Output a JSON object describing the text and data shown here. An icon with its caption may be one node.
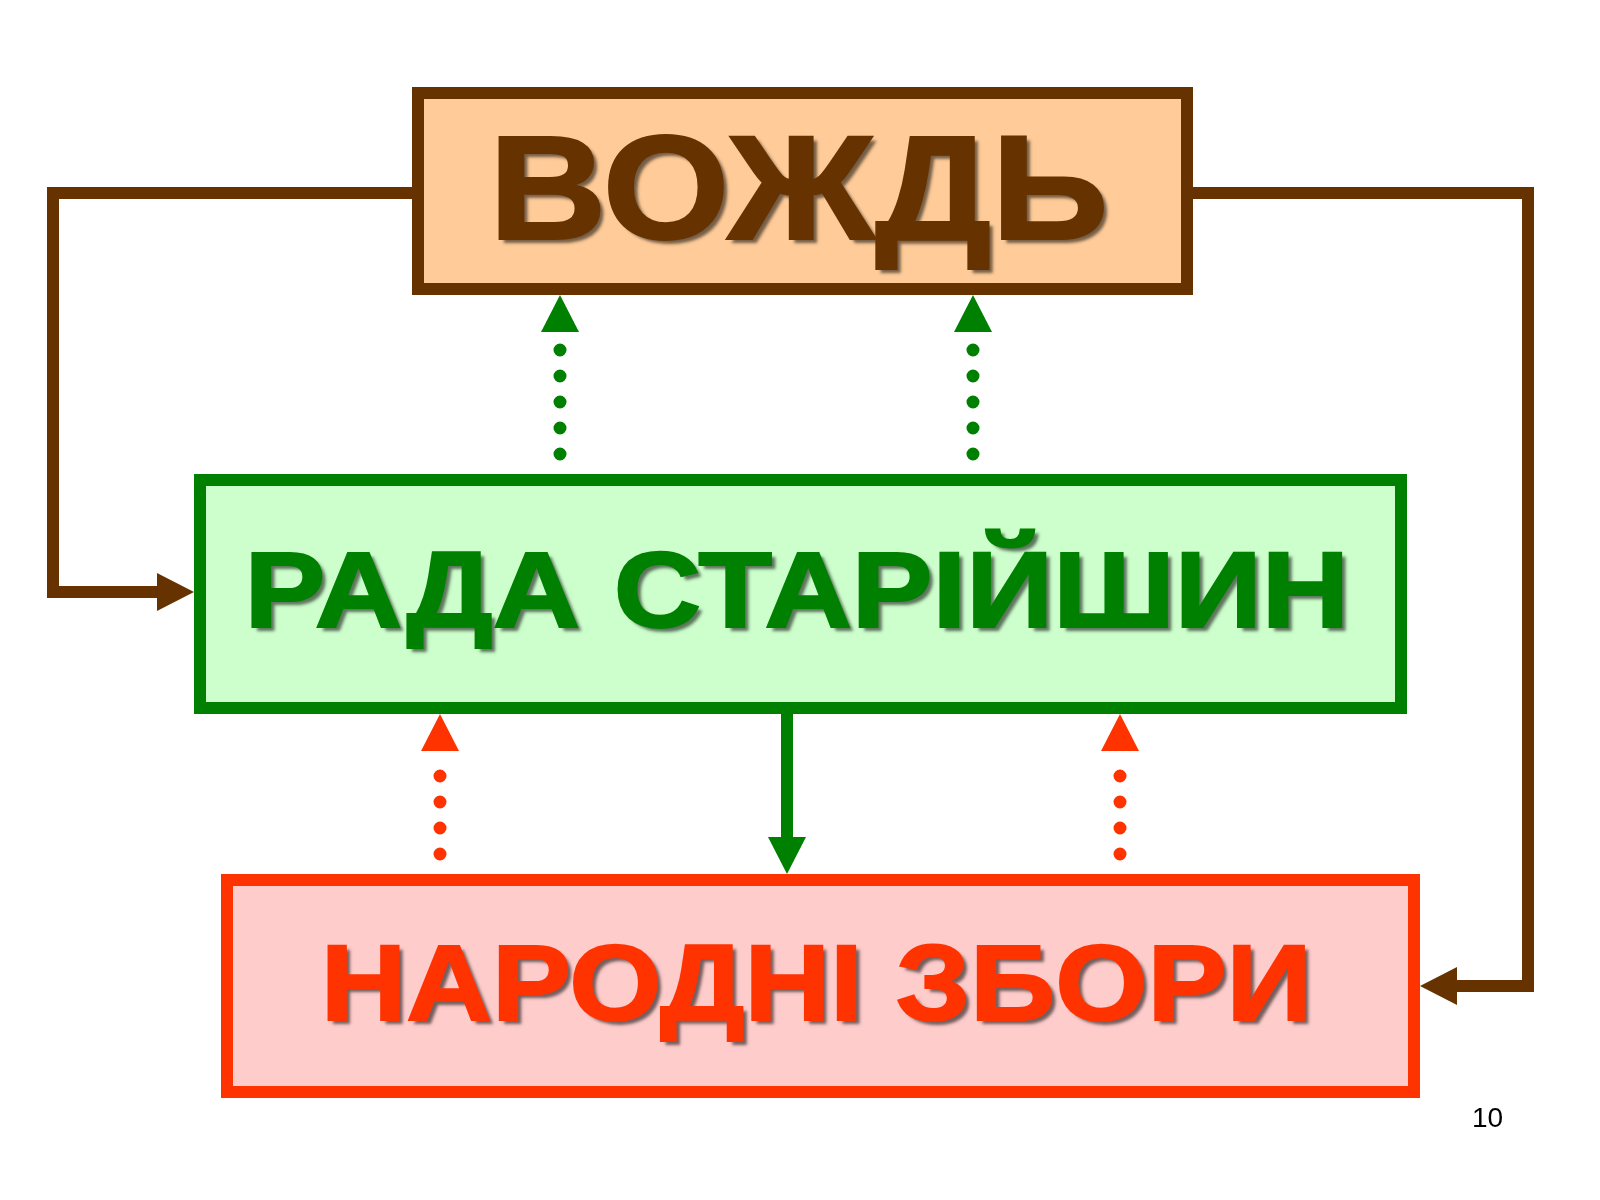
{
  "diagram": {
    "nodes": [
      {
        "text": [
          "ВОЖДЬ"
        ]
      },
      {
        "text": [
          "РАДА СТАРІЙШИН"
        ]
      },
      {
        "text": [
          "НАРОДНІ ЗБОРИ"
        ]
      }
    ],
    "edges": [
      {
        "from": 0,
        "to": 1,
        "arrow": "to",
        "color": "#663300"
      },
      {
        "from": 0,
        "to": 2,
        "arrow": "to",
        "color": "#663300"
      },
      {
        "from": 1,
        "to": 0,
        "arrow": "to",
        "style": "dashed",
        "color": "#008000"
      },
      {
        "from": 1,
        "to": 0,
        "arrow": "to",
        "style": "dashed",
        "color": "#008000"
      },
      {
        "from": 1,
        "to": 2,
        "arrow": "to",
        "color": "#008000"
      },
      {
        "from": 2,
        "to": 1,
        "arrow": "to",
        "style": "dashed",
        "color": "#ff3300"
      },
      {
        "from": 2,
        "to": 1,
        "arrow": "to",
        "style": "dashed",
        "color": "#ff3300"
      }
    ],
    "labels": [
      "10"
    ]
  }
}
